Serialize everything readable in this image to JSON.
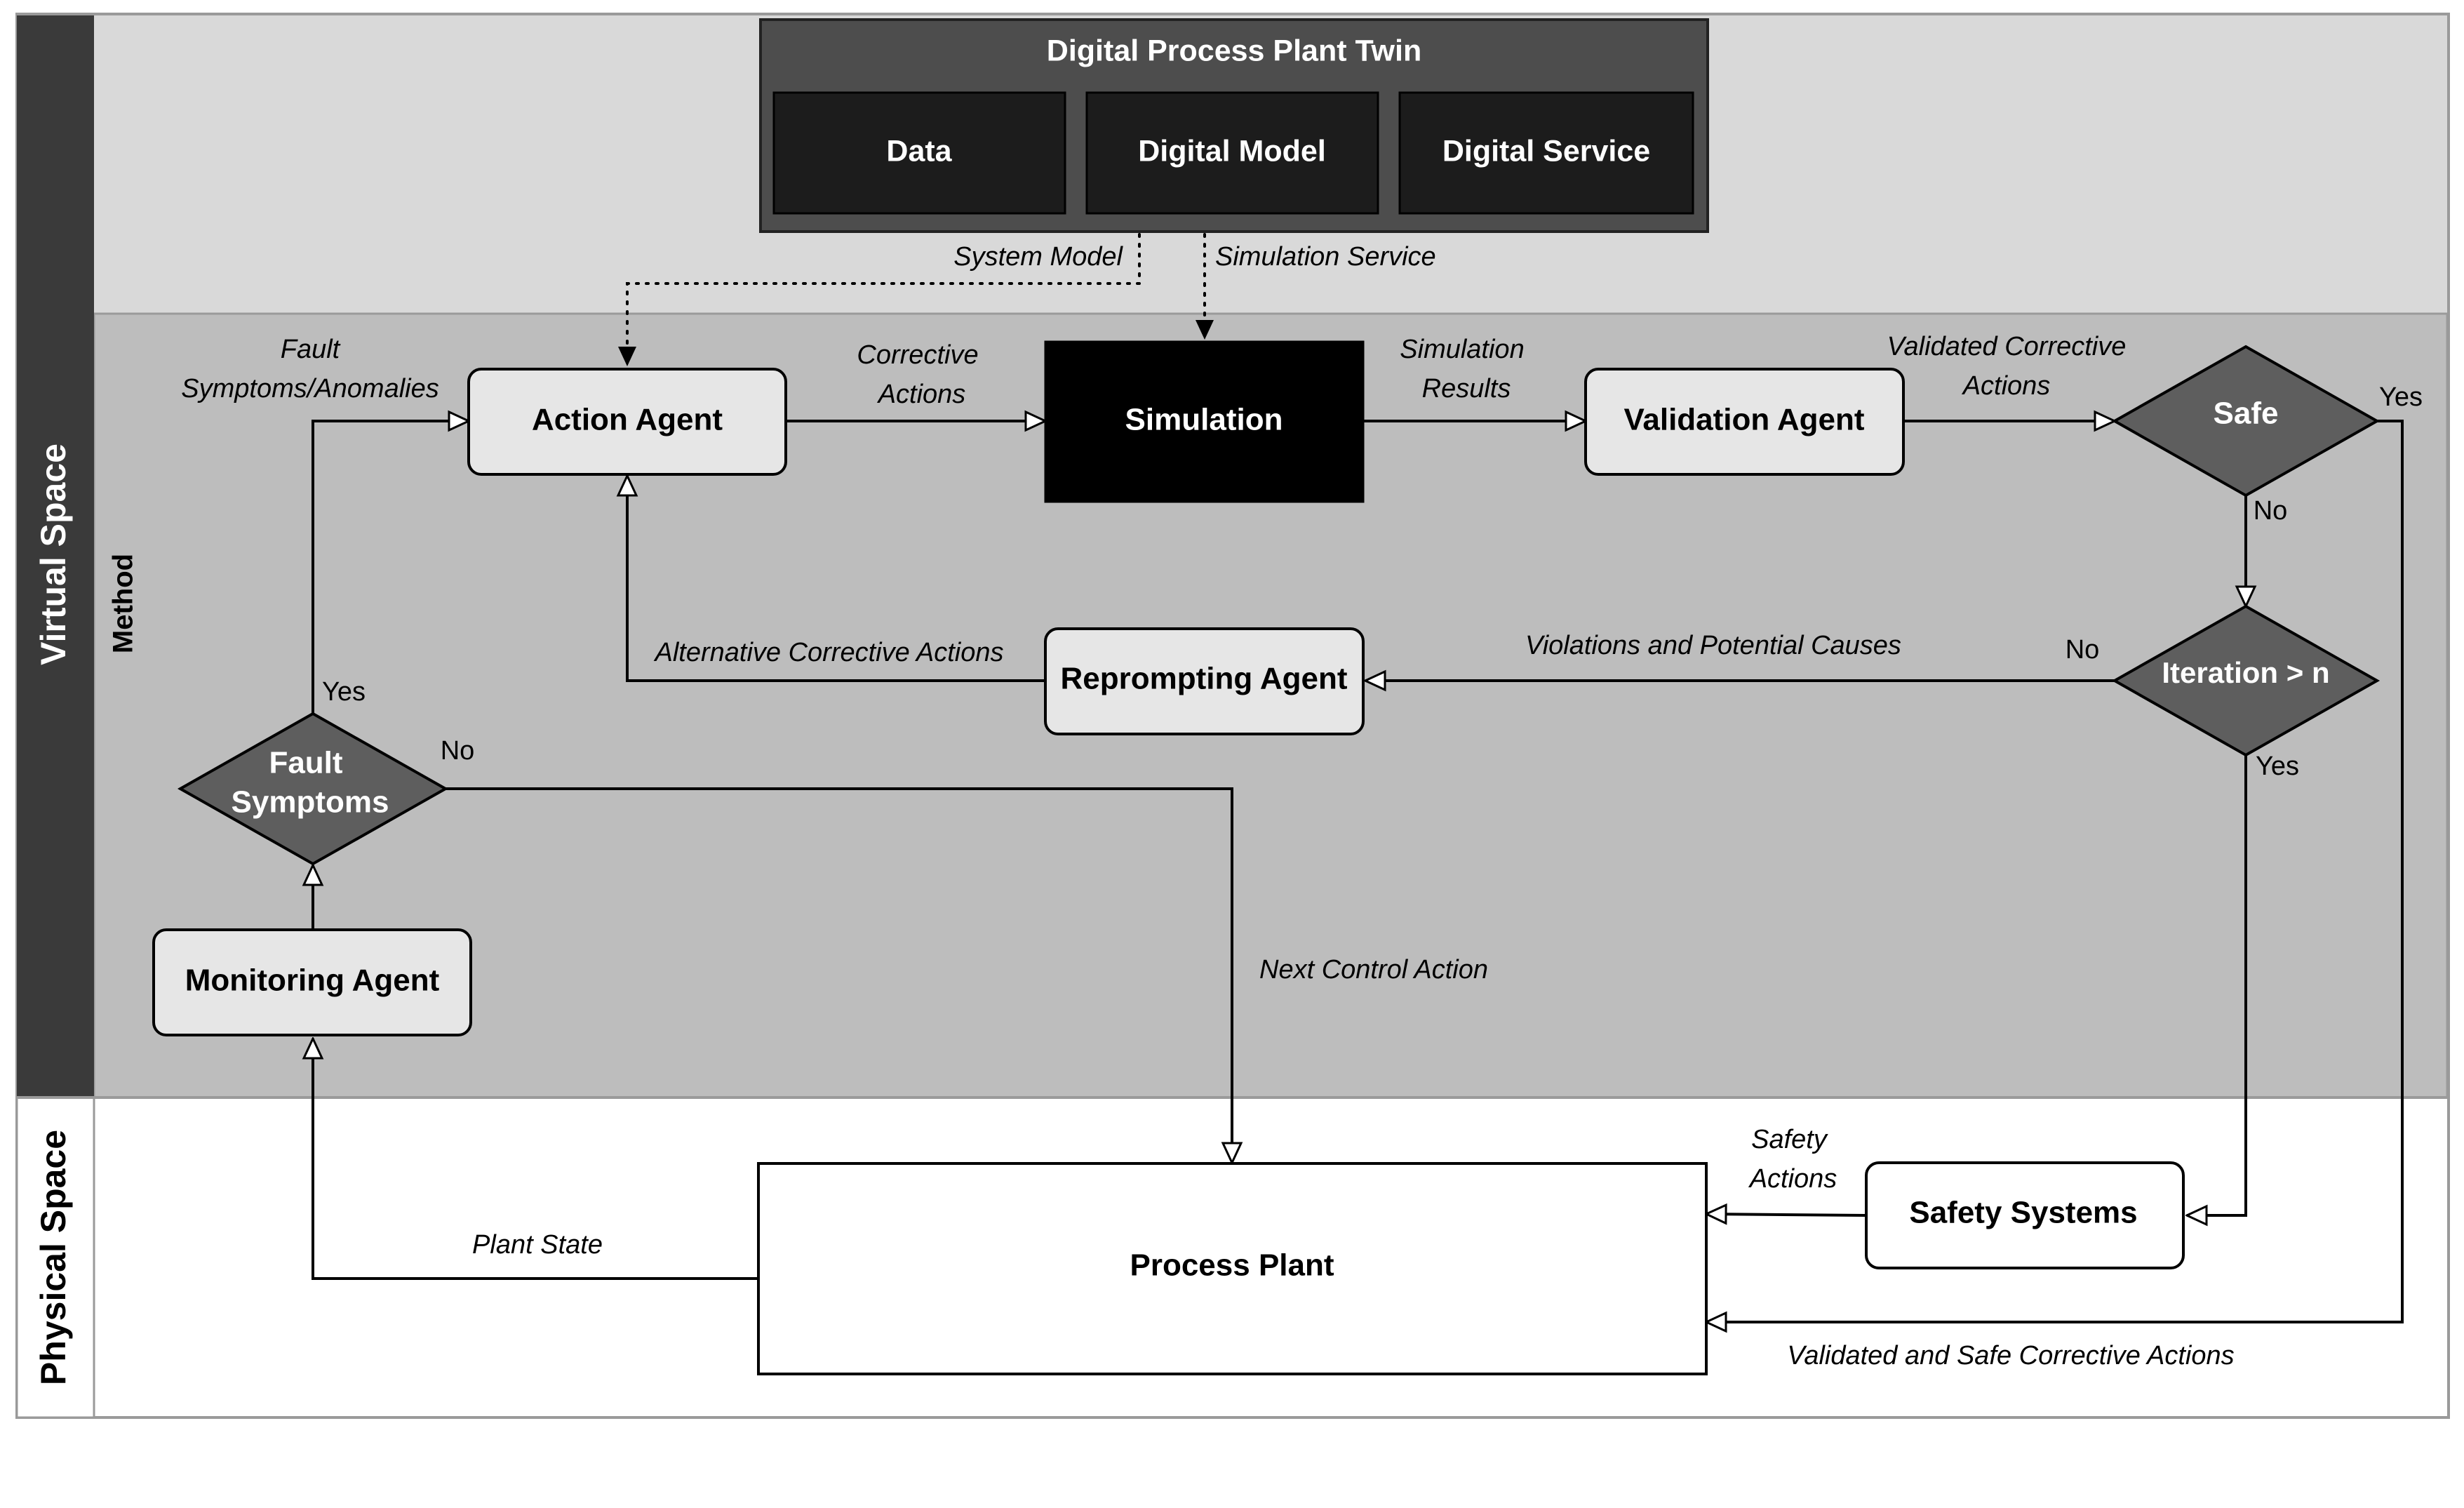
{
  "lanes": {
    "virtual": "Virtual  Space",
    "method": "Method",
    "physical": "Physical Space"
  },
  "twin": {
    "title": "Digital Process Plant Twin",
    "data": "Data",
    "model": "Digital Model",
    "service": "Digital Service"
  },
  "nodes": {
    "action": "Action Agent",
    "simulation": "Simulation",
    "validation": "Validation Agent",
    "safe": "Safe",
    "iteration": "Iteration > n",
    "reprompting": "Reprompting Agent",
    "fault_line1": "Fault",
    "fault_line2": "Symptoms",
    "monitoring": "Monitoring Agent",
    "plant": "Process Plant",
    "safety": "Safety Systems"
  },
  "labels": {
    "system_model": "System Model",
    "simulation_service": "Simulation Service",
    "fault_anom_1": "Fault",
    "fault_anom_2": "Symptoms/Anomalies",
    "corrective_1": "Corrective",
    "corrective_2": "Actions",
    "sim_results_1": "Simulation",
    "sim_results_2": "Results",
    "validated_1": "Validated Corrective",
    "validated_2": "Actions",
    "safe_yes": "Yes",
    "safe_no": "No",
    "iter_no": "No",
    "iter_yes": "Yes",
    "violations": "Violations and Potential Causes",
    "alternative": "Alternative Corrective Actions",
    "fault_yes": "Yes",
    "fault_no": "No",
    "next_control": "Next Control Action",
    "safety_actions_1": "Safety",
    "safety_actions_2": "Actions",
    "plant_state": "Plant State",
    "validated_safe": "Validated and Safe Corrective Actions"
  },
  "colors": {
    "top_band": "#d9d9d9",
    "method_band": "#bdbdbd",
    "lane_dark": "#3a3a3a",
    "twin_outer": "#4d4d4d",
    "twin_inner": "#1c1c1c",
    "agent_fill": "#e6e6e6",
    "diamond_fill": "#5e5e5e",
    "simulation_fill": "#000000"
  }
}
